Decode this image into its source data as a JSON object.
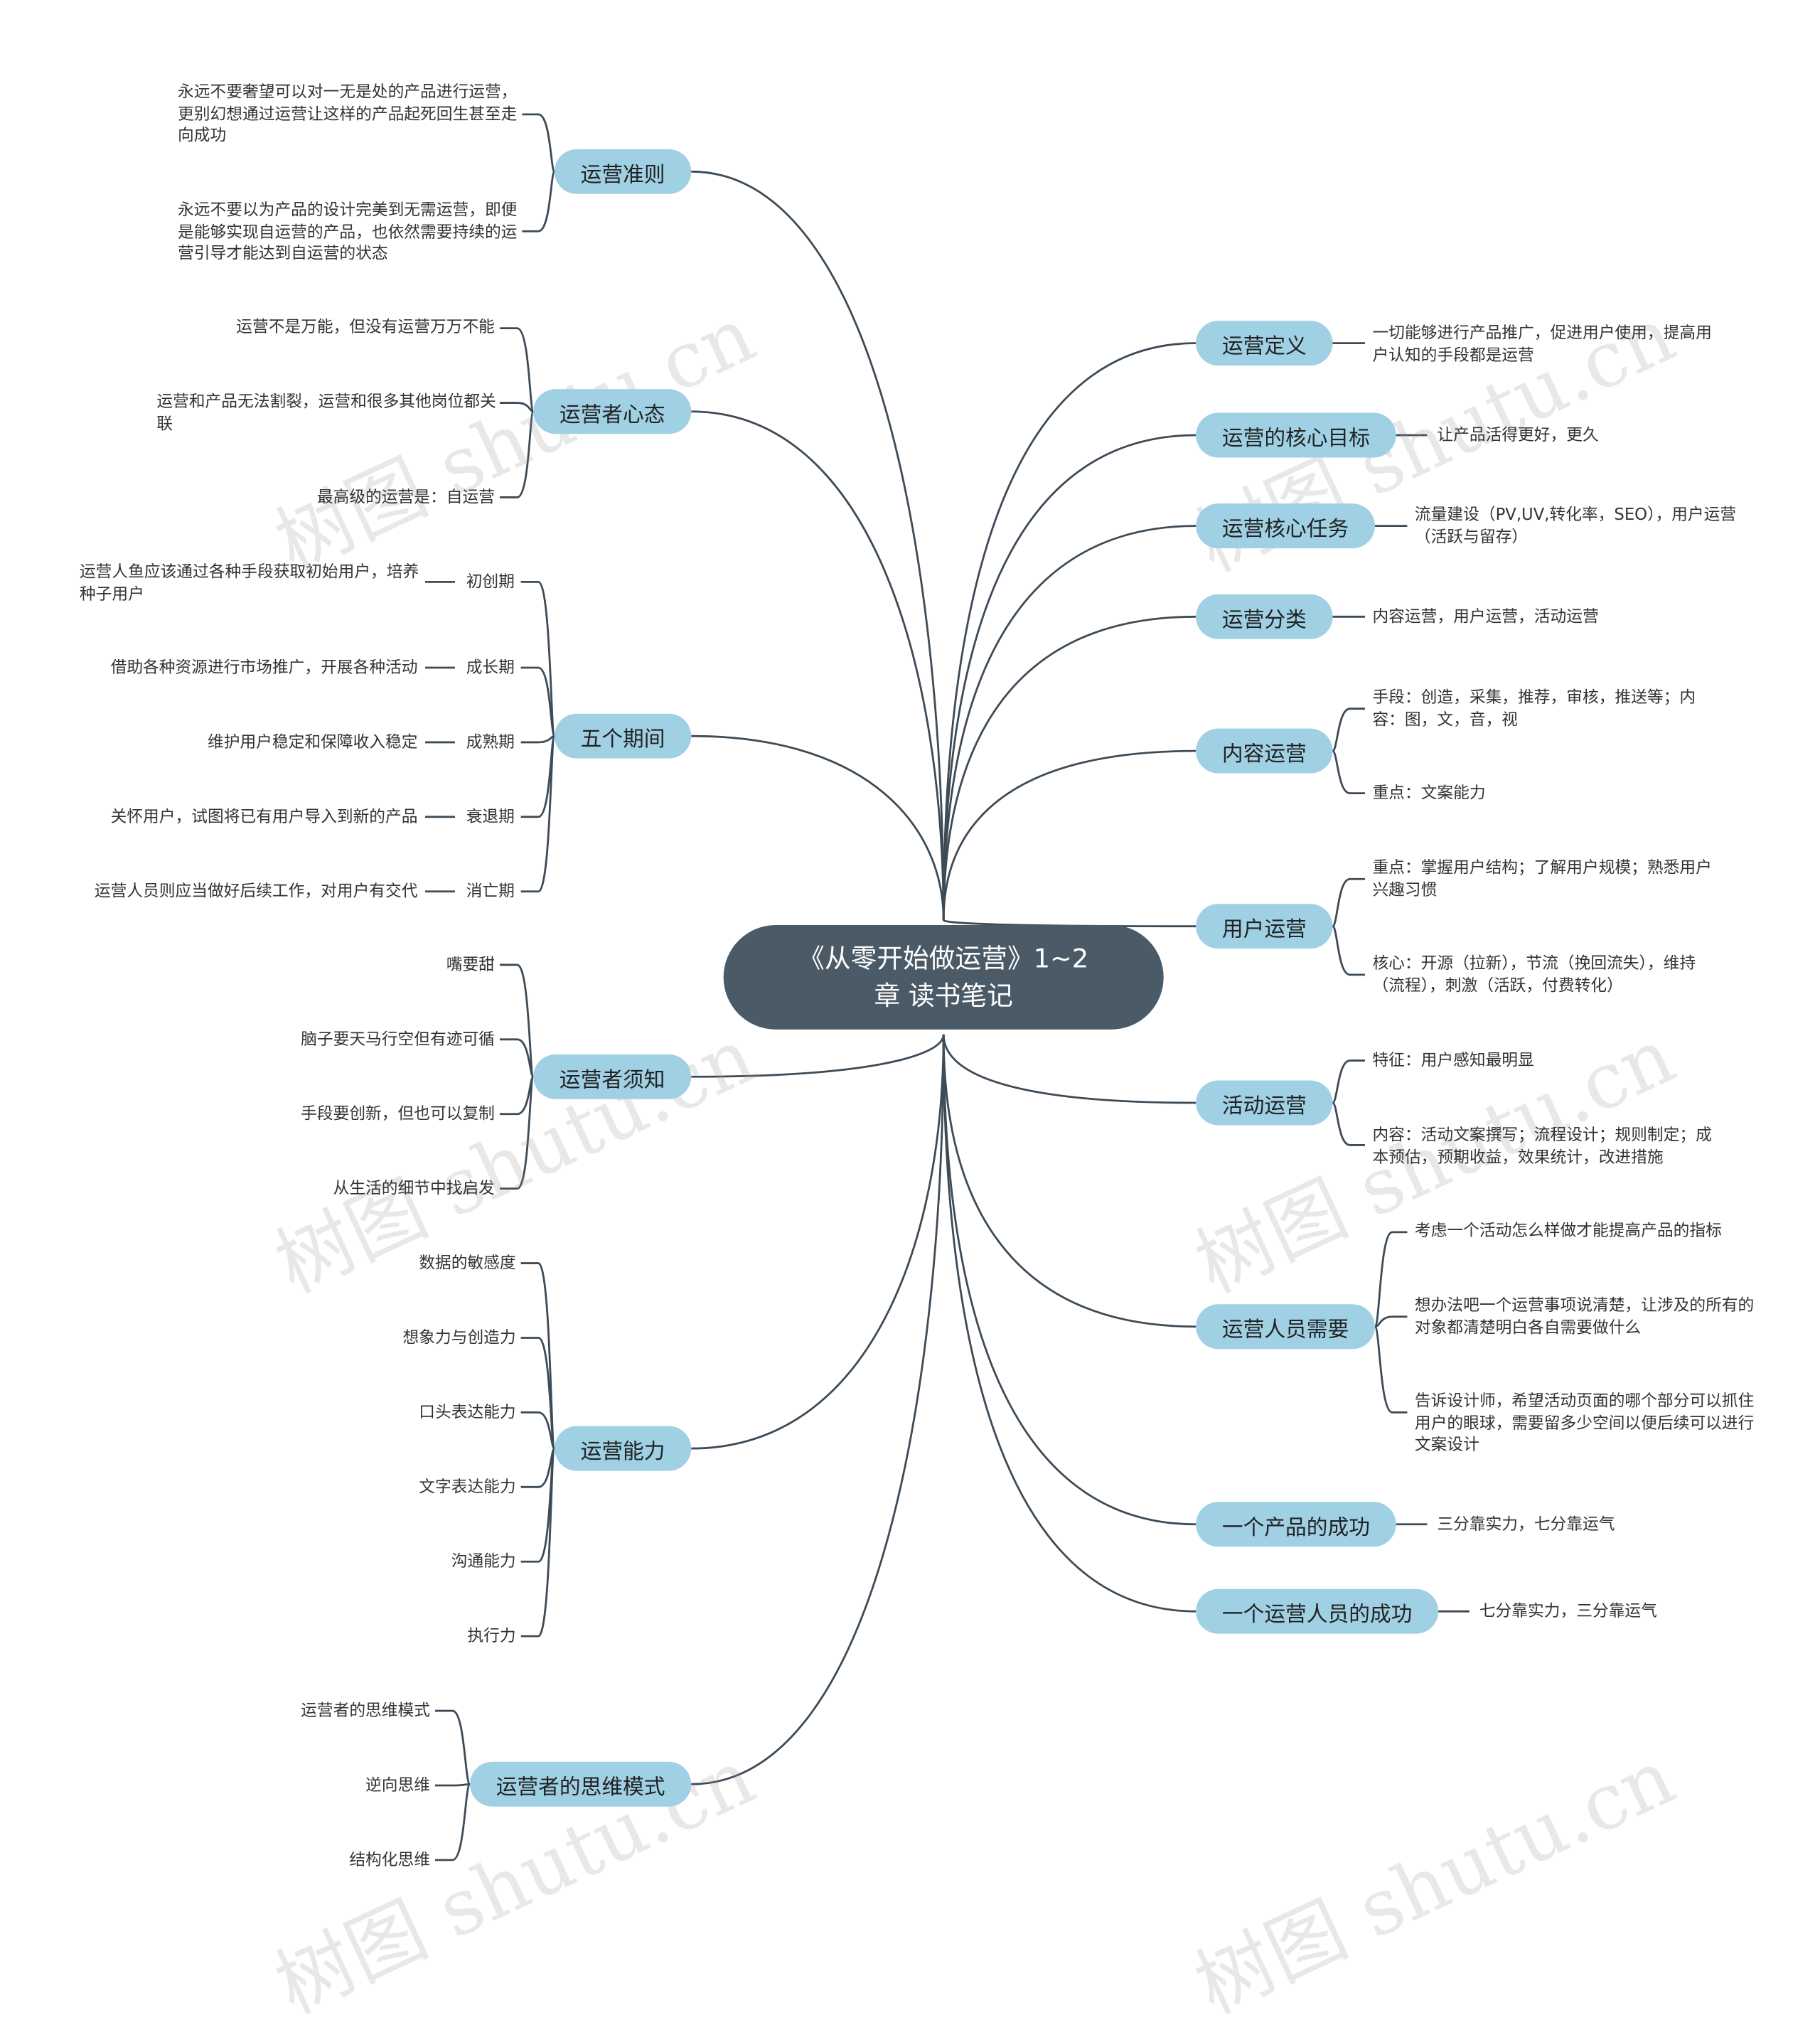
{
  "root": {
    "line1": "《从零开始做运营》1~2",
    "line2": "章 读书笔记"
  },
  "watermark": "树图 shutu.cn",
  "colors": {
    "root_fill": "#4a5a67",
    "topic_fill": "#9fd0e4",
    "line": "#3d4b57"
  },
  "left": [
    {
      "label": "运营准则",
      "children": [
        "永远不要奢望可以对一无是处的产品进行运营，更别幻想通过运营让这样的产品起死回生甚至走向成功",
        "永远不要以为产品的设计完美到无需运营，即便是能够实现自运营的产品，也依然需要持续的运营引导才能达到自运营的状态"
      ]
    },
    {
      "label": "运营者心态",
      "children": [
        "运营不是万能，但没有运营万万不能",
        "运营和产品无法割裂，运营和很多其他岗位都关联",
        "最高级的运营是：自运营"
      ]
    },
    {
      "label": "五个期间",
      "children": [
        {
          "label": "初创期",
          "detail": "运营人鱼应该通过各种手段获取初始用户，培养种子用户"
        },
        {
          "label": "成长期",
          "detail": "借助各种资源进行市场推广，开展各种活动"
        },
        {
          "label": "成熟期",
          "detail": "维护用户稳定和保障收入稳定"
        },
        {
          "label": "衰退期",
          "detail": "关怀用户，试图将已有用户导入到新的产品"
        },
        {
          "label": "消亡期",
          "detail": "运营人员则应当做好后续工作，对用户有交代"
        }
      ]
    },
    {
      "label": "运营者须知",
      "children": [
        "嘴要甜",
        "脑子要天马行空但有迹可循",
        "手段要创新，但也可以复制",
        "从生活的细节中找启发"
      ]
    },
    {
      "label": "运营能力",
      "children": [
        "数据的敏感度",
        "想象力与创造力",
        "口头表达能力",
        "文字表达能力",
        "沟通能力",
        "执行力"
      ]
    },
    {
      "label": "运营者的思维模式",
      "children": [
        "运营者的思维模式",
        "逆向思维",
        "结构化思维"
      ]
    }
  ],
  "right": [
    {
      "label": "运营定义",
      "children": [
        "一切能够进行产品推广，促进用户使用，提高用户认知的手段都是运营"
      ]
    },
    {
      "label": "运营的核心目标",
      "children": [
        "让产品活得更好，更久"
      ]
    },
    {
      "label": "运营核心任务",
      "children": [
        "流量建设（PV,UV,转化率，SEO），用户运营（活跃与留存）"
      ]
    },
    {
      "label": "运营分类",
      "children": [
        "内容运营，用户运营，活动运营"
      ]
    },
    {
      "label": "内容运营",
      "children": [
        "手段：创造，采集，推荐，审核，推送等；内容：图，文，音，视",
        "重点：文案能力"
      ]
    },
    {
      "label": "用户运营",
      "children": [
        "重点：掌握用户结构；了解用户规模；熟悉用户兴趣习惯",
        "核心：开源（拉新），节流（挽回流失），维持（流程），刺激（活跃，付费转化）"
      ]
    },
    {
      "label": "活动运营",
      "children": [
        "特征：用户感知最明显",
        "内容：活动文案撰写；流程设计；规则制定；成本预估，预期收益，效果统计，改进措施"
      ]
    },
    {
      "label": "运营人员需要",
      "children": [
        "考虑一个活动怎么样做才能提高产品的指标",
        "想办法吧一个运营事项说清楚，让涉及的所有的对象都清楚明白各自需要做什么",
        "告诉设计师，希望活动页面的哪个部分可以抓住用户的眼球，需要留多少空间以便后续可以进行文案设计"
      ]
    },
    {
      "label": "一个产品的成功",
      "children": [
        "三分靠实力，七分靠运气"
      ]
    },
    {
      "label": "一个运营人员的成功",
      "children": [
        "七分靠实力，三分靠运气"
      ]
    }
  ]
}
